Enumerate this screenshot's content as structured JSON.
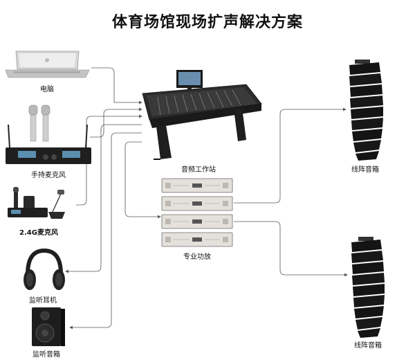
{
  "title": "体育场馆现场扩声解决方案",
  "devices": {
    "laptop": "电脑",
    "handheld_mic": "手持麦克风",
    "mic_2_4g": "2.4G麦克风",
    "headphones": "监听耳机",
    "monitor_speaker": "监听音箱",
    "workstation": "音频工作站",
    "amplifier": "专业功放",
    "line_array_top": "线阵音箱",
    "line_array_bottom": "线阵音箱"
  },
  "colors": {
    "line": "#555555",
    "device_dark": "#1a1a1a",
    "device_silver": "#c8c8c8",
    "amp_face": "#e4e1dc"
  }
}
